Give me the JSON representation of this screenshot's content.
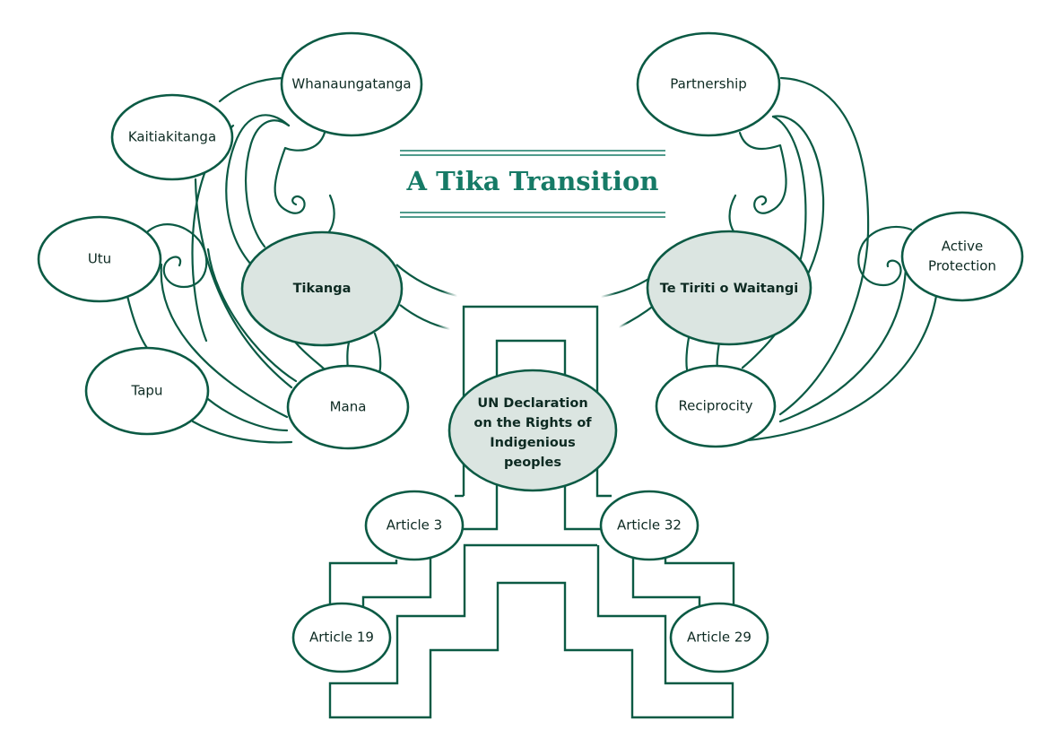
{
  "title": "A Tika Transition",
  "colors": {
    "stroke": "#0b5a44",
    "hub_fill": "#dbe5e1",
    "title": "#167a66"
  },
  "hubs": {
    "tikanga": "Tikanga",
    "te_tiriti": "Te Tiriti o Waitangi",
    "undrip": [
      "UN Declaration",
      "on the Rights of",
      "Indigenious",
      "peoples"
    ]
  },
  "tikanga_nodes": {
    "whanaungatanga": "Whanaungatanga",
    "kaitiakitanga": "Kaitiakitanga",
    "utu": "Utu",
    "tapu": "Tapu",
    "mana": "Mana"
  },
  "tiriti_nodes": {
    "partnership": "Partnership",
    "active_protection": [
      "Active",
      "Protection"
    ],
    "reciprocity": "Reciprocity"
  },
  "undrip_nodes": {
    "article3": "Article 3",
    "article19": "Article 19",
    "article32": "Article 32",
    "article29": "Article 29"
  }
}
